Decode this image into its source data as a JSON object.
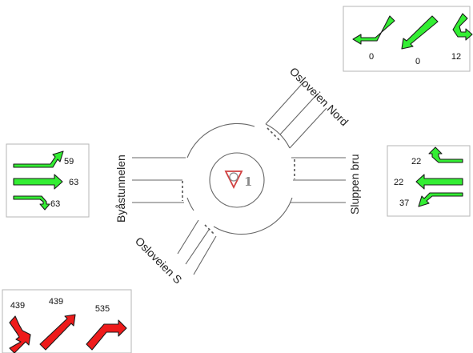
{
  "node": {
    "id": "1",
    "control": "yield-triangle-icon"
  },
  "colors": {
    "ok": "#33ee33",
    "overloaded": "#ee1b1b",
    "yield_sign": "#d04040"
  },
  "approaches": {
    "north": {
      "road": "Osloveien Nord",
      "status": "ok",
      "movements": [
        {
          "turn": "left",
          "icon": "left-turn-arrow-icon",
          "volume": "0"
        },
        {
          "turn": "through",
          "icon": "through-arrow-icon",
          "volume": "0"
        },
        {
          "turn": "right",
          "icon": "right-turn-arrow-icon",
          "volume": "12"
        }
      ]
    },
    "west": {
      "road": "Byåstunnelen",
      "status": "ok",
      "movements": [
        {
          "turn": "left",
          "icon": "left-turn-arrow-icon",
          "volume": "59"
        },
        {
          "turn": "through",
          "icon": "through-arrow-icon",
          "volume": "63"
        },
        {
          "turn": "right",
          "icon": "right-turn-arrow-icon",
          "volume": "63"
        }
      ]
    },
    "east": {
      "road": "Sluppen bru",
      "status": "ok",
      "movements": [
        {
          "turn": "right",
          "icon": "right-turn-arrow-icon",
          "volume": "22"
        },
        {
          "turn": "through",
          "icon": "through-arrow-icon",
          "volume": "22"
        },
        {
          "turn": "left",
          "icon": "left-turn-arrow-icon",
          "volume": "37"
        }
      ]
    },
    "south": {
      "road": "Osloveien S",
      "status": "overloaded",
      "movements": [
        {
          "turn": "left",
          "icon": "left-turn-arrow-icon",
          "volume": "439"
        },
        {
          "turn": "through",
          "icon": "through-arrow-icon",
          "volume": "439"
        },
        {
          "turn": "right",
          "icon": "right-turn-arrow-icon",
          "volume": "535"
        }
      ]
    }
  }
}
